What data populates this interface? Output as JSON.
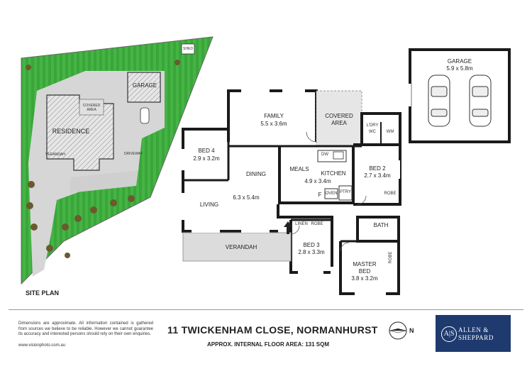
{
  "site_plan": {
    "title": "SITE PLAN",
    "residence": "RESIDENCE",
    "garage": "GARAGE",
    "shed": "SHED",
    "covered_area": "COVERED AREA",
    "verandah": "VERANDAH",
    "driveway": "DRIVEWAY"
  },
  "rooms": {
    "family": {
      "name": "FAMILY",
      "size": "5.5 x 3.6m"
    },
    "covered_area": {
      "name": "COVERED AREA"
    },
    "bed4": {
      "name": "BED 4",
      "size": "2.9 x 3.2m"
    },
    "dining": {
      "name": "DINING"
    },
    "living": {
      "name": "LIVING",
      "size": "6.3 x 5.4m"
    },
    "meals": {
      "name": "MEALS"
    },
    "kitchen": {
      "name": "KITCHEN",
      "size": "4.9 x 3.4m"
    },
    "bed2": {
      "name": "BED 2",
      "size": "2.7 x 3.4m"
    },
    "laundry": {
      "name": "L'DRY"
    },
    "wc": {
      "name": "WC"
    },
    "wm": {
      "name": "WM"
    },
    "dw": {
      "name": "DW"
    },
    "fridge": {
      "name": "F"
    },
    "oven": {
      "name": "OVEN"
    },
    "pantry": {
      "name": "PTRY"
    },
    "robe_bed2": {
      "name": "ROBE"
    },
    "linen": {
      "name": "LINEN"
    },
    "robe_bed3": {
      "name": "ROBE"
    },
    "bath": {
      "name": "BATH"
    },
    "verandah": {
      "name": "VERANDAH"
    },
    "bed3": {
      "name": "BED 3",
      "size": "2.8 x 3.3m"
    },
    "master": {
      "name1": "MASTER",
      "name2": "BED",
      "size": "3.8 x 3.2m"
    },
    "robe_master": {
      "name": "ROBE"
    },
    "garage": {
      "name": "GARAGE",
      "size": "5.9 x 5.8m"
    }
  },
  "footer": {
    "disclaimer": "Dimensions are approximate. All information contained is gathered from sources we believe to be reliable. However we cannot guarantee its accuracy and interested persons should rely on their own enquiries.",
    "website": "www.visionphoto.com.au",
    "address": "11 TWICKENHAM CLOSE, NORMANHURST",
    "floor_area": "APPROX. INTERNAL FLOOR AREA: 131 SQM",
    "compass": "N",
    "logo_monogram": "A|S",
    "logo_line1": "ALLEN &",
    "logo_line2": "SHEPPARD"
  }
}
